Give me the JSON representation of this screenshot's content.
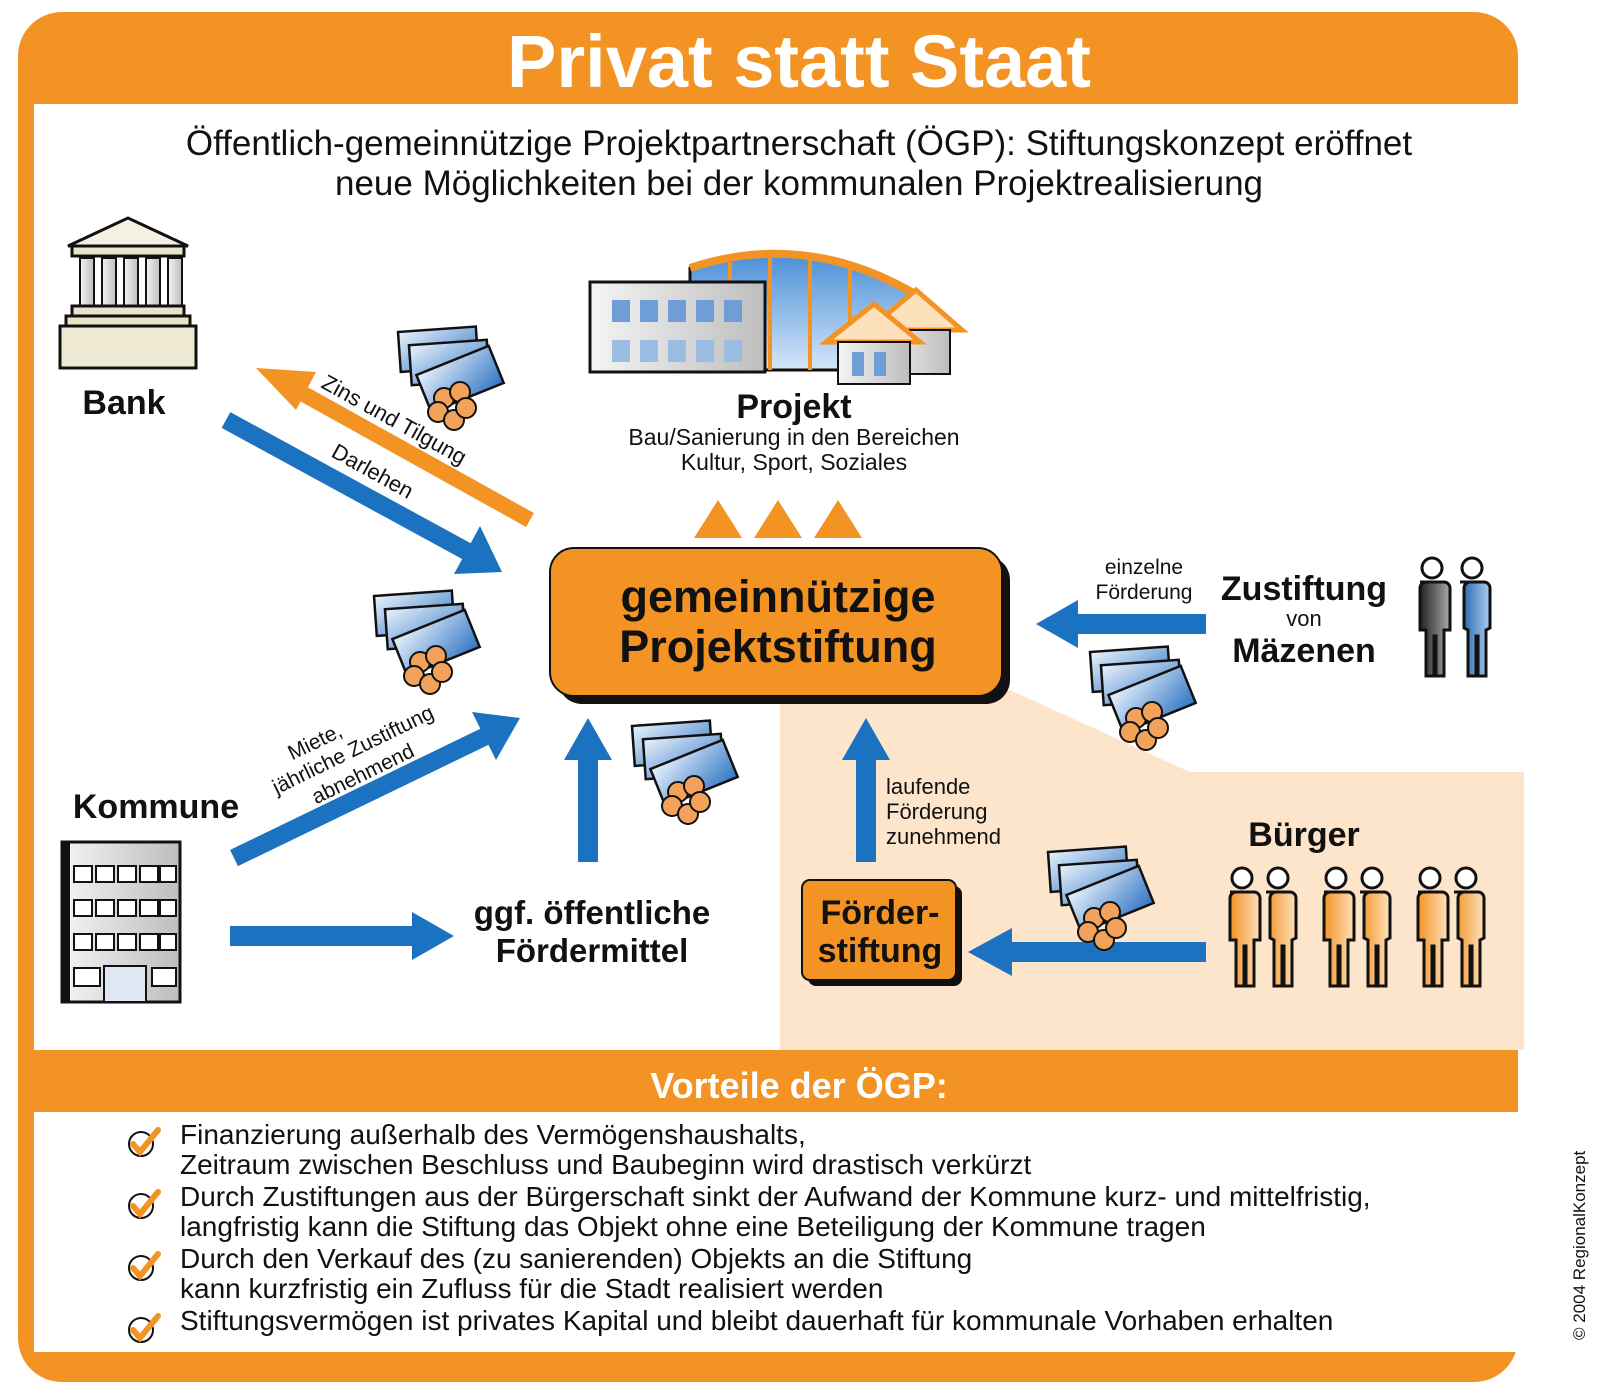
{
  "header": {
    "title": "Privat statt Staat",
    "subtitle_line1": "Öffentlich-gemeinnützige Projektpartnerschaft (ÖGP): Stiftungskonzept eröffnet",
    "subtitle_line2": "neue Möglichkeiten bei der kommunalen Projektrealisierung"
  },
  "nodes": {
    "bank": "Bank",
    "projekt_title": "Projekt",
    "projekt_line1": "Bau/Sanierung in den Bereichen",
    "projekt_line2": "Kultur, Sport, Soziales",
    "stiftung_line1": "gemeinnützige",
    "stiftung_line2": "Projektstiftung",
    "zustiftung_line1": "Zustiftung",
    "zustiftung_line2": "von",
    "zustiftung_line3": "Mäzenen",
    "kommune": "Kommune",
    "foerdermittel_line1": "ggf. öffentliche",
    "foerdermittel_line2": "Fördermittel",
    "foerderstiftung_line1": "Förder-",
    "foerderstiftung_line2": "stiftung",
    "buerger": "Bürger"
  },
  "arrows": {
    "zins": "Zins und Tilgung",
    "darlehen": "Darlehen",
    "miete_line1": "Miete,",
    "miete_line2": "jährliche Zustiftung",
    "miete_line3": "abnehmend",
    "einzelne_line1": "einzelne",
    "einzelne_line2": "Förderung",
    "laufende_line1": "laufende",
    "laufende_line2": "Förderung",
    "laufende_line3": "zunehmend"
  },
  "advantages": {
    "heading": "Vorteile der ÖGP:",
    "items": [
      {
        "line1": "Finanzierung außerhalb des Vermögenshaushalts,",
        "line2": "Zeitraum zwischen Beschluss und Baubeginn wird drastisch verkürzt"
      },
      {
        "line1": "Durch Zustiftungen aus der Bürgerschaft sinkt der Aufwand der Kommune kurz- und mittelfristig,",
        "line2": "langfristig kann die Stiftung das Objekt ohne eine Beteiligung der Kommune tragen"
      },
      {
        "line1": "Durch den Verkauf des (zu sanierenden) Objekts an die Stiftung",
        "line2": "kann kurzfristig ein Zufluss für die Stadt realisiert werden"
      },
      {
        "line1": "Stiftungsvermögen ist privates Kapital und bleibt dauerhaft für kommunale Vorhaben erhalten",
        "line2": ""
      }
    ]
  },
  "copyright": "© 2004 RegionalKonzept",
  "colors": {
    "orange": "#f39324",
    "blue": "#1b72c0",
    "shade": "#fde5cc",
    "text": "#111111"
  },
  "icons": [
    "bank-building-icon",
    "project-buildings-icon",
    "money-icon",
    "donor-people-icon",
    "citizens-icon",
    "office-building-icon",
    "check-icon"
  ]
}
